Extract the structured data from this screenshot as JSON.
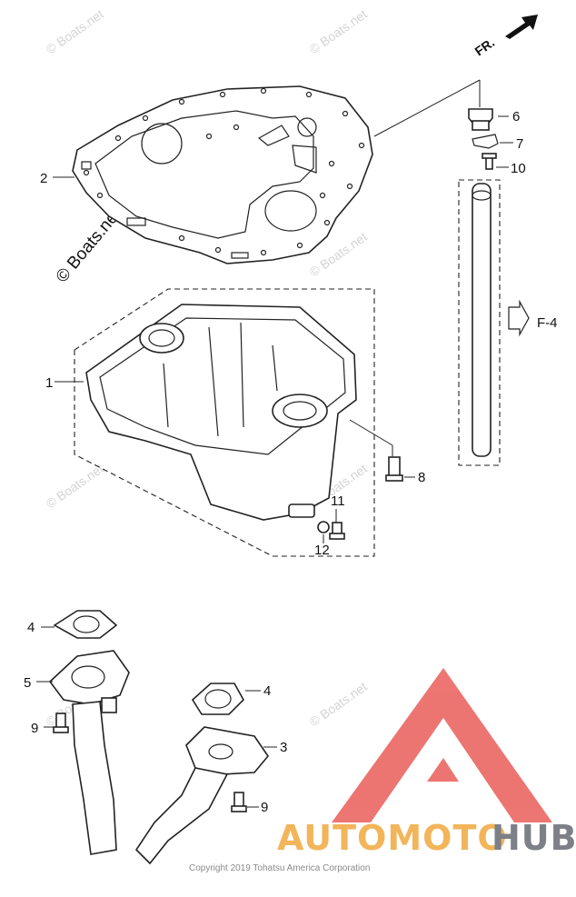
{
  "diagram": {
    "callouts": {
      "c1": "1",
      "c2": "2",
      "c3": "3",
      "c4a": "4",
      "c4b": "4",
      "c5": "5",
      "c6": "6",
      "c7": "7",
      "c8": "8",
      "c9a": "9",
      "c9b": "9",
      "c10": "10",
      "c11": "11",
      "c12": "12"
    },
    "front_label": "FR.",
    "ref_label": "F-4",
    "watermark": "© Boats.net",
    "copyright": "Copyright 2019 Tohatsu America Corporation",
    "brand_left": "AUTOMOTO",
    "brand_right": "HUB",
    "colors": {
      "brand_red": "#e8534f",
      "brand_orange": "#f2b55a",
      "brand_gray": "#7d8087"
    }
  }
}
